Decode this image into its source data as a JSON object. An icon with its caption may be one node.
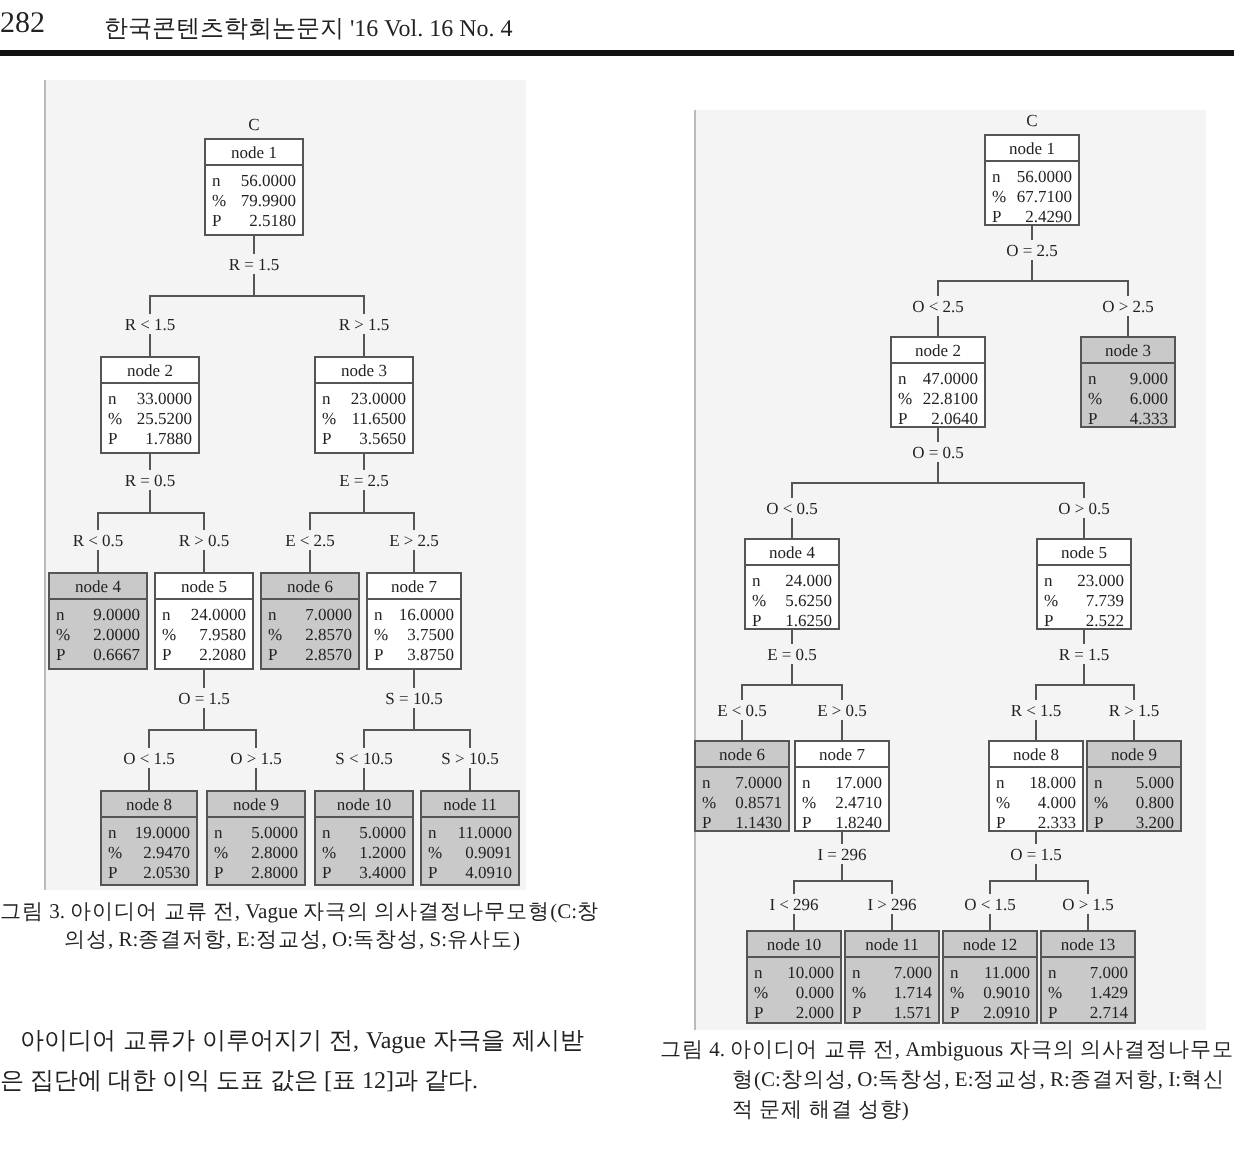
{
  "diagram": {
    "nodes": [
      {
        "text": [
          "node 1",
          "n 56.0000",
          "% 79.9900",
          "P 2.5180"
        ],
        "beside": [
          "C",
          "R = 1.5"
        ]
      },
      {
        "text": [
          "node 2",
          "n 33.0000",
          "% 25.5200",
          "P 1.7880"
        ],
        "beside": [
          "R = 0.5"
        ]
      },
      {
        "text": [
          "node 3",
          "n 23.0000",
          "% 11.6500",
          "P 3.5650"
        ],
        "beside": [
          "E = 2.5"
        ]
      },
      {
        "text": [
          "node 4",
          "n 9.0000",
          "% 2.0000",
          "P 0.6667"
        ]
      },
      {
        "text": [
          "node 5",
          "n 24.0000",
          "% 7.9580",
          "P 2.2080"
        ],
        "beside": [
          "O = 1.5"
        ]
      },
      {
        "text": [
          "node 6",
          "n 7.0000",
          "% 2.8570",
          "P 2.8570"
        ]
      },
      {
        "text": [
          "node 7",
          "n 16.0000",
          "% 3.7500",
          "P 3.8750"
        ],
        "beside": [
          "S = 10.5"
        ]
      },
      {
        "text": [
          "node 8",
          "n 19.0000",
          "% 2.9470",
          "P 2.0530"
        ]
      },
      {
        "text": [
          "node 9",
          "n 5.0000",
          "% 2.8000",
          "P 2.8000"
        ]
      },
      {
        "text": [
          "node 10",
          "n 5.0000",
          "% 1.2000",
          "P 3.4000"
        ]
      },
      {
        "text": [
          "node 11",
          "n 11.0000",
          "% 0.9091",
          "P 4.0910"
        ]
      },
      {
        "text": [
          "node 1",
          "n 56.0000",
          "% 67.7100",
          "P 2.4290"
        ],
        "beside": [
          "C",
          "O = 2.5"
        ]
      },
      {
        "text": [
          "node 2",
          "n 47.0000",
          "% 22.8100",
          "P 2.0640"
        ],
        "beside": [
          "O = 0.5"
        ]
      },
      {
        "text": [
          "node 3",
          "n 9.000",
          "% 6.000",
          "P 4.333"
        ]
      },
      {
        "text": [
          "node 4",
          "n 24.000",
          "% 5.6250",
          "P 1.6250"
        ],
        "beside": [
          "E = 0.5"
        ]
      },
      {
        "text": [
          "node 5",
          "n 23.000",
          "% 7.739",
          "P 2.522"
        ],
        "beside": [
          "R = 1.5"
        ]
      },
      {
        "text": [
          "node 6",
          "n 7.0000",
          "% 0.8571",
          "P 1.1430"
        ]
      },
      {
        "text": [
          "node 7",
          "n 17.000",
          "% 2.4710",
          "P 1.8240"
        ],
        "beside": [
          "I = 296"
        ]
      },
      {
        "text": [
          "node 8",
          "n 18.000",
          "% 4.000",
          "P 2.333"
        ],
        "beside": [
          "O = 1.5"
        ]
      },
      {
        "text": [
          "node 9",
          "n 5.000",
          "% 0.800",
          "P 3.200"
        ]
      },
      {
        "text": [
          "node 10",
          "n 10.000",
          "% 0.000",
          "P 2.000"
        ]
      },
      {
        "text": [
          "node 11",
          "n 7.000",
          "% 1.714",
          "P 1.571"
        ]
      },
      {
        "text": [
          "node 12",
          "n 11.000",
          "% 0.9010",
          "P 2.0910"
        ]
      },
      {
        "text": [
          "node 13",
          "n 7.000",
          "% 1.429",
          "P 2.714"
        ]
      }
    ],
    "edges": [
      {
        "from": 0,
        "to": 1,
        "arrow": "none",
        "label": "R < 1.5"
      },
      {
        "from": 0,
        "to": 2,
        "arrow": "none",
        "label": "R > 1.5"
      },
      {
        "from": 1,
        "to": 3,
        "arrow": "none",
        "label": "R < 0.5"
      },
      {
        "from": 1,
        "to": 4,
        "arrow": "none",
        "label": "R > 0.5"
      },
      {
        "from": 2,
        "to": 5,
        "arrow": "none",
        "label": "E < 2.5"
      },
      {
        "from": 2,
        "to": 6,
        "arrow": "none",
        "label": "E > 2.5"
      },
      {
        "from": 4,
        "to": 7,
        "arrow": "none",
        "label": "O < 1.5"
      },
      {
        "from": 4,
        "to": 8,
        "arrow": "none",
        "label": "O > 1.5"
      },
      {
        "from": 6,
        "to": 9,
        "arrow": "none",
        "label": "S < 10.5"
      },
      {
        "from": 6,
        "to": 10,
        "arrow": "none",
        "label": "S > 10.5"
      },
      {
        "from": 11,
        "to": 12,
        "arrow": "none",
        "label": "O < 2.5"
      },
      {
        "from": 11,
        "to": 13,
        "arrow": "none",
        "label": "O > 2.5"
      },
      {
        "from": 12,
        "to": 14,
        "arrow": "none",
        "label": "O < 0.5"
      },
      {
        "from": 12,
        "to": 15,
        "arrow": "none",
        "label": "O > 0.5"
      },
      {
        "from": 14,
        "to": 16,
        "arrow": "none",
        "label": "E < 0.5"
      },
      {
        "from": 14,
        "to": 17,
        "arrow": "none",
        "label": "E > 0.5"
      },
      {
        "from": 15,
        "to": 18,
        "arrow": "none",
        "label": "R < 1.5"
      },
      {
        "from": 15,
        "to": 19,
        "arrow": "none",
        "label": "R > 1.5"
      },
      {
        "from": 17,
        "to": 20,
        "arrow": "none",
        "label": "I < 296"
      },
      {
        "from": 17,
        "to": 21,
        "arrow": "none",
        "label": "I > 296"
      },
      {
        "from": 18,
        "to": 22,
        "arrow": "none",
        "label": "O < 1.5"
      },
      {
        "from": 18,
        "to": 23,
        "arrow": "none",
        "label": "O > 1.5"
      }
    ],
    "labels": [
      "282",
      "한국콘텐츠학회논문지 '16 Vol. 16 No. 4",
      "그림 3. 아이디어 교류 전, Vague 자극의 의사결정나무모형(C:창의성, R:종결저항, E:정교성, O:독창성, S:유사도)",
      "아이디어 교류가 이루어지기 전, Vague 자극을 제시받은 집단에 대한 이익 도표 값은 [표 12]과 같다.",
      "그림 4. 아이디어 교류 전, Ambiguous 자극의 의사결정나무모형(C:창의성, O:독창성, E:정교성, R:종결저항, I:혁신적 문제 해결 성향)"
    ]
  }
}
